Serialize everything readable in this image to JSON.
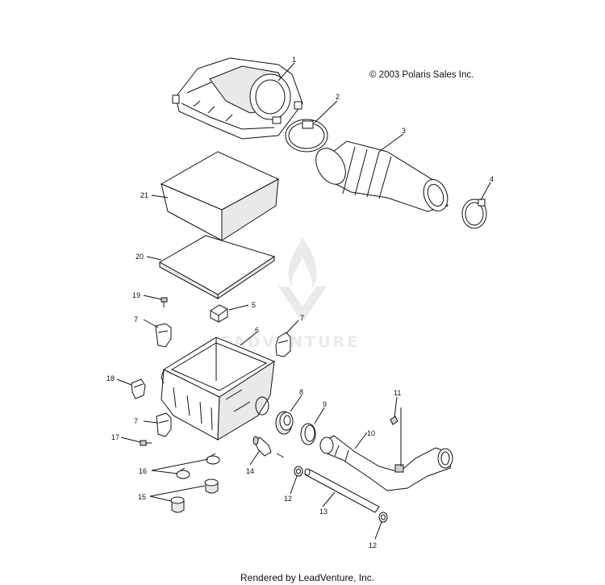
{
  "copyright": "© 2003 Polaris Sales Inc.",
  "watermark": "LEADVENTURE",
  "footer": "Rendered by LeadVenture, Inc.",
  "callouts": {
    "c1": "1",
    "c2": "2",
    "c3": "3",
    "c4": "4",
    "c5": "5",
    "c6": "6",
    "c7a": "7",
    "c7b": "7",
    "c7c": "7",
    "c8": "8",
    "c9": "9",
    "c10": "10",
    "c11": "11",
    "c12a": "12",
    "c12b": "12",
    "c13": "13",
    "c14": "14",
    "c15": "15",
    "c16": "16",
    "c17": "17",
    "c18": "18",
    "c19": "19",
    "c20": "20",
    "c21": "21"
  }
}
